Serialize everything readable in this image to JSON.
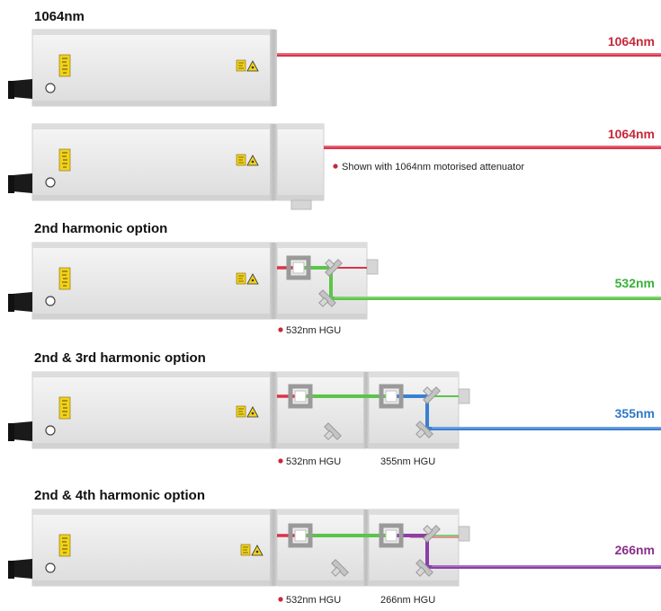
{
  "colors": {
    "red_beam": "#d9344a",
    "green_beam": "#5cc44a",
    "blue_beam": "#3a7fd0",
    "purple_beam": "#8a3fa8",
    "label_red": "#c8283a",
    "label_green": "#3ab03a",
    "label_blue": "#2f78c8",
    "label_purple": "#8a2f8a",
    "bullet": "#c8283a",
    "warning_yellow": "#f2d21b"
  },
  "icons": [
    "laser-head",
    "warning-label-icon",
    "laser-warning-icon",
    "output-connector",
    "harmonic-crystal",
    "turning-mirror",
    "beam-dump",
    "attenuator"
  ],
  "sections": [
    {
      "title": "1064nm",
      "output_label": "1064nm"
    },
    {
      "title": "",
      "output_label": "1064nm",
      "note": "Shown with 1064nm motorised attenuator"
    },
    {
      "title": "2nd harmonic option",
      "output_label": "532nm",
      "modules": [
        "532nm HGU"
      ]
    },
    {
      "title": "2nd & 3rd harmonic option",
      "output_label": "355nm",
      "modules": [
        "532nm HGU",
        "355nm HGU"
      ]
    },
    {
      "title": "2nd & 4th harmonic option",
      "output_label": "266nm",
      "modules": [
        "532nm HGU",
        "266nm HGU"
      ]
    }
  ]
}
